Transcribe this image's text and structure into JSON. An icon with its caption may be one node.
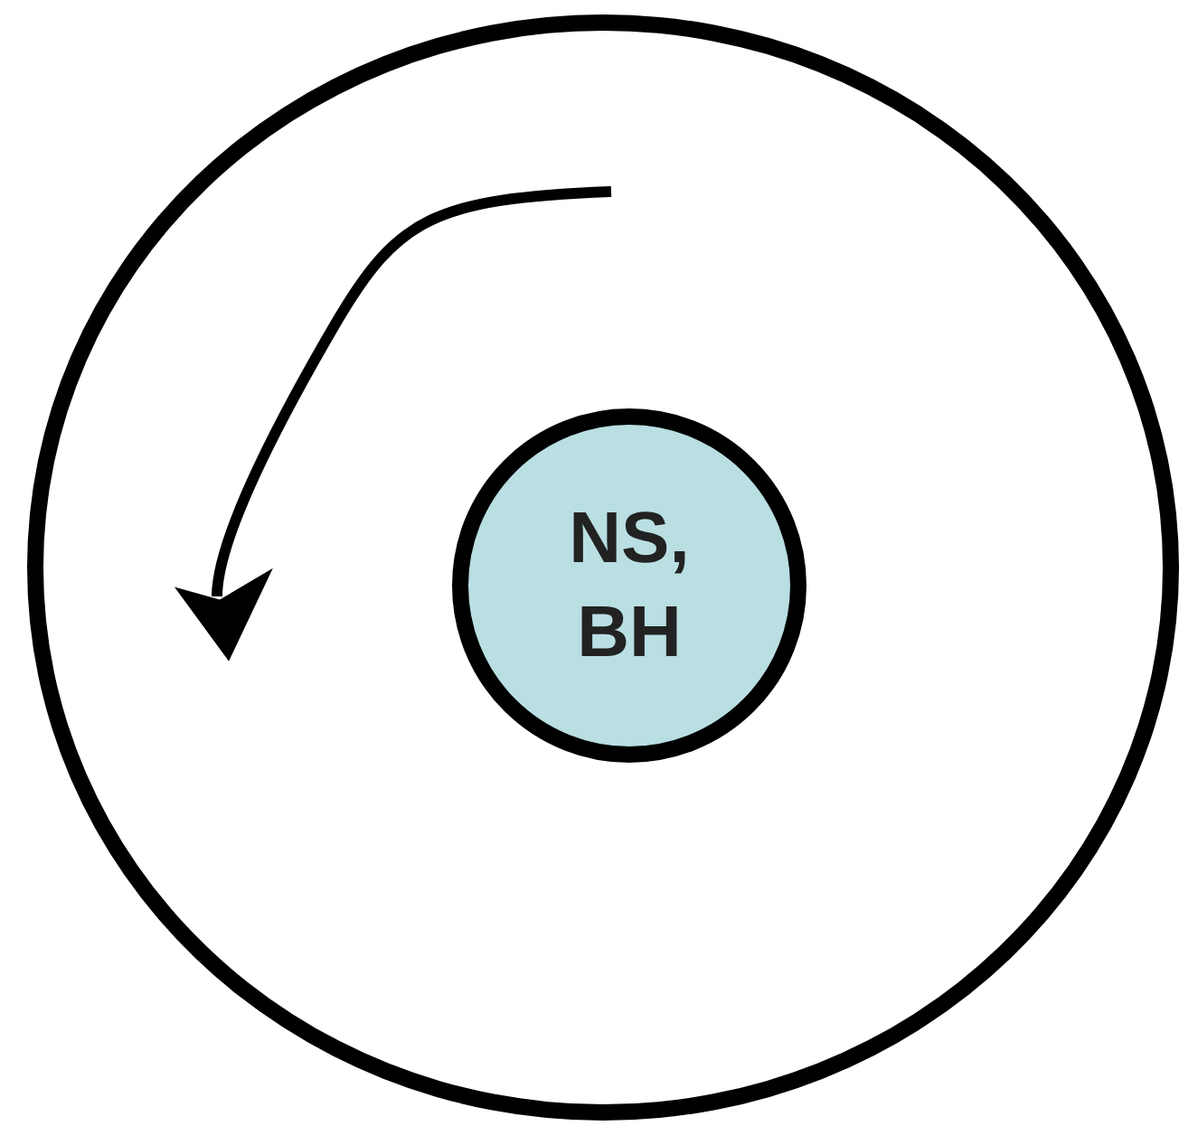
{
  "diagram": {
    "nodes": [
      {
        "text": [],
        "shape": "circle"
      },
      {
        "text": [
          "NS, BH"
        ],
        "in": 0
      }
    ]
  }
}
